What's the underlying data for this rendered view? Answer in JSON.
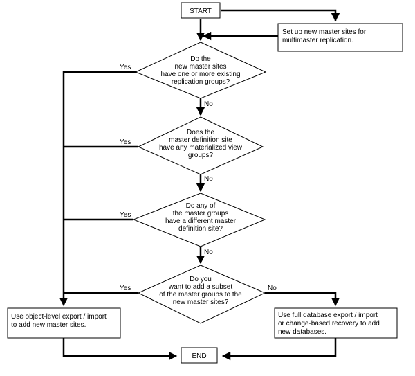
{
  "start": "START",
  "end": "END",
  "setup_box": [
    "Set up new master sites for",
    "multimaster replication."
  ],
  "decision_1": [
    "Do the",
    "new master sites",
    "have one or more existing",
    "replication groups?"
  ],
  "decision_2": [
    "Does the",
    "master definition site",
    "have any materialized view",
    "groups?"
  ],
  "decision_3": [
    "Do any of",
    "the master groups",
    "have a different master",
    "definition site?"
  ],
  "decision_4": [
    "Do you",
    "want to add a subset",
    "of the master groups to the",
    "new master sites?"
  ],
  "left_box": [
    "Use object-level export / import",
    "to add new master sites."
  ],
  "right_box": [
    "Use full database export / import",
    "or change-based recovery to add",
    "new databases."
  ],
  "labels": {
    "yes": "Yes",
    "no": "No"
  }
}
